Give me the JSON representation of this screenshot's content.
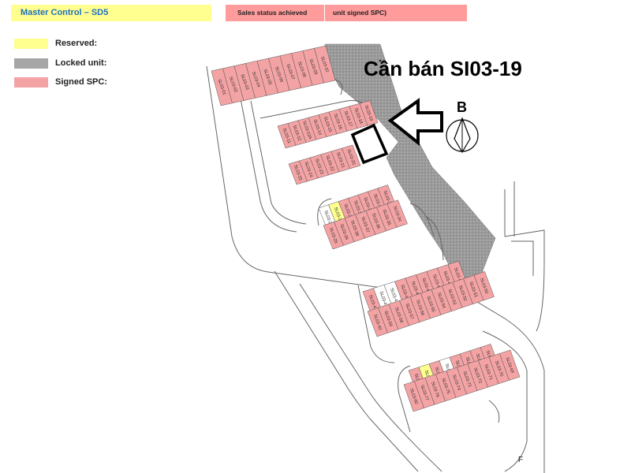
{
  "header": {
    "title": "Master Control – SD5",
    "status_label": "Sales status achieved",
    "status_value": "unit signed SPC)"
  },
  "legend": [
    {
      "label": "Reserved:",
      "color": "#ffff8f"
    },
    {
      "label": "Locked unit:",
      "color": "#a6a6a6"
    },
    {
      "label": "Signed SPC:",
      "color": "#f4a3a4"
    }
  ],
  "map": {
    "sale_note": "Cần bán SI03-19",
    "highlighted_lot": "SL03-19",
    "north_label": "B",
    "corner_mark": "F",
    "status_colors": {
      "signed": "#f4a3a4",
      "reserved": "#ffff8f",
      "locked": "#a6a6a6",
      "unsold": "#ffffff"
    },
    "blocks": [
      {
        "name": "row-1",
        "lots": [
          {
            "id": "SL03-01",
            "status": "signed"
          },
          {
            "id": "SL03-02",
            "status": "signed"
          },
          {
            "id": "SL03-03",
            "status": "signed"
          },
          {
            "id": "SL03-04",
            "status": "signed"
          },
          {
            "id": "SL03-05",
            "status": "signed"
          },
          {
            "id": "SL03-06",
            "status": "signed"
          },
          {
            "id": "SL03-07",
            "status": "signed"
          },
          {
            "id": "SL03-08",
            "status": "signed"
          },
          {
            "id": "SL03-09",
            "status": "signed"
          },
          {
            "id": "SL03-10",
            "status": "signed"
          }
        ]
      },
      {
        "name": "block-2-top",
        "lots": [
          {
            "id": "SL03-11",
            "status": "signed"
          },
          {
            "id": "SL03-12",
            "status": "signed"
          },
          {
            "id": "SL03-12A",
            "status": "signed"
          },
          {
            "id": "SL03-14",
            "status": "signed"
          },
          {
            "id": "SL03-15",
            "status": "signed"
          },
          {
            "id": "SL03-16",
            "status": "signed"
          },
          {
            "id": "SL03-17",
            "status": "signed"
          },
          {
            "id": "SL03-18",
            "status": "signed"
          },
          {
            "id": "SL03-19",
            "status": "signed"
          }
        ]
      },
      {
        "name": "block-2-bottom",
        "lots": [
          {
            "id": "SL03-25",
            "status": "signed"
          },
          {
            "id": "SL03-24",
            "status": "signed"
          },
          {
            "id": "SL03-23",
            "status": "signed"
          },
          {
            "id": "SL03-22",
            "status": "signed"
          },
          {
            "id": "SL03-21",
            "status": "signed"
          },
          {
            "id": "SL03-20",
            "status": "signed"
          }
        ]
      },
      {
        "name": "block-3-top",
        "lots": [
          {
            "id": "SL03-27",
            "status": "white"
          },
          {
            "id": "SL03-28",
            "status": "reserved"
          },
          {
            "id": "SL03-29",
            "status": "signed"
          },
          {
            "id": "SL03-30",
            "status": "signed"
          },
          {
            "id": "SL03-31",
            "status": "signed"
          },
          {
            "id": "SL03-32",
            "status": "signed"
          },
          {
            "id": "SL03-33",
            "status": "signed"
          }
        ]
      },
      {
        "name": "block-3-bottom",
        "lots": [
          {
            "id": "SL03-26",
            "status": "signed"
          },
          {
            "id": "SL03-39",
            "status": "signed"
          },
          {
            "id": "SL03-38",
            "status": "signed"
          },
          {
            "id": "SL03-37",
            "status": "signed"
          },
          {
            "id": "SL03-36",
            "status": "signed"
          },
          {
            "id": "SL03-35",
            "status": "signed"
          },
          {
            "id": "SL03-34",
            "status": "signed"
          }
        ]
      },
      {
        "name": "block-4-top",
        "lots": [
          {
            "id": "SL03-41",
            "status": "signed"
          },
          {
            "id": "SL03-42",
            "status": "white"
          },
          {
            "id": "SL03-43",
            "status": "white"
          },
          {
            "id": "SL03-44",
            "status": "signed"
          },
          {
            "id": "SL03-45",
            "status": "signed"
          },
          {
            "id": "SL03-46",
            "status": "signed"
          },
          {
            "id": "SL03-47",
            "status": "signed"
          },
          {
            "id": "SL03-48",
            "status": "signed"
          },
          {
            "id": "SL03-49",
            "status": "signed"
          }
        ]
      },
      {
        "name": "block-4-bottom",
        "lots": [
          {
            "id": "SL03-40",
            "status": "signed"
          },
          {
            "id": "SL03-59",
            "status": "signed"
          },
          {
            "id": "SL03-58",
            "status": "signed"
          },
          {
            "id": "SL03-57",
            "status": "signed"
          },
          {
            "id": "SL03-56",
            "status": "signed"
          },
          {
            "id": "SL03-55",
            "status": "signed"
          },
          {
            "id": "SL03-54",
            "status": "signed"
          },
          {
            "id": "SL03-53",
            "status": "signed"
          },
          {
            "id": "SL03-52",
            "status": "signed"
          },
          {
            "id": "SL03-51",
            "status": "signed"
          },
          {
            "id": "SL03-50",
            "status": "signed"
          }
        ]
      },
      {
        "name": "block-5-top",
        "lots": [
          {
            "id": "SL03-61",
            "status": "signed"
          },
          {
            "id": "SL03-62",
            "status": "reserved"
          },
          {
            "id": "SL03-63",
            "status": "signed"
          },
          {
            "id": "SL03-64",
            "status": "white"
          },
          {
            "id": "SL03-65",
            "status": "signed"
          },
          {
            "id": "SL03-66",
            "status": "signed"
          },
          {
            "id": "SL03-67",
            "status": "signed"
          },
          {
            "id": "SL03-68",
            "status": "signed"
          }
        ]
      },
      {
        "name": "block-5-bottom",
        "lots": [
          {
            "id": "SL03-60",
            "status": "signed"
          },
          {
            "id": "SL03-77",
            "status": "signed"
          },
          {
            "id": "SL03-76",
            "status": "signed"
          },
          {
            "id": "SL03-75",
            "status": "signed"
          },
          {
            "id": "SL03-74",
            "status": "signed"
          },
          {
            "id": "SL03-73",
            "status": "signed"
          },
          {
            "id": "SL03-72",
            "status": "signed"
          },
          {
            "id": "SL03-71",
            "status": "signed"
          },
          {
            "id": "SL03-70",
            "status": "signed"
          },
          {
            "id": "SL03-69",
            "status": "signed"
          }
        ]
      }
    ]
  }
}
